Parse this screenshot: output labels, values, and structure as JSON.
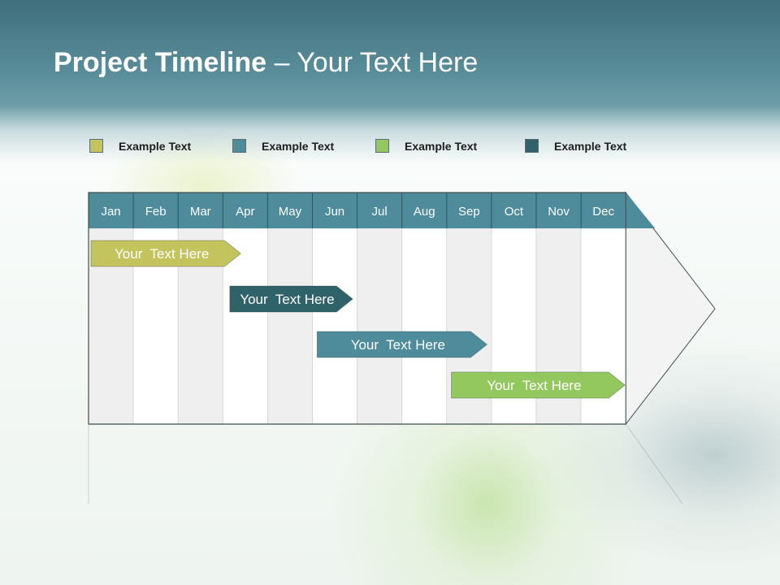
{
  "title": {
    "bold": "Project Timeline",
    "rest": " – Your Text Here"
  },
  "legend": [
    {
      "label": "Example Text",
      "color": "#c4c45e"
    },
    {
      "label": "Example Text",
      "color": "#4e8b9b"
    },
    {
      "label": "Example Text",
      "color": "#93c85f"
    },
    {
      "label": "Example Text",
      "color": "#2f6269"
    }
  ],
  "months": [
    "Jan",
    "Feb",
    "Mar",
    "Apr",
    "May",
    "Jun",
    "Jul",
    "Aug",
    "Sep",
    "Oct",
    "Nov",
    "Dec"
  ],
  "tasks": [
    {
      "label": "Your  Text Here",
      "color": "#c4c45e",
      "start_month": 1,
      "end_month": 4.4
    },
    {
      "label": "Your  Text Here",
      "color": "#2f6269",
      "start_month": 4.1,
      "end_month": 6.9
    },
    {
      "label": "Your  Text Here",
      "color": "#4e8b9b",
      "start_month": 6.05,
      "end_month": 9.9
    },
    {
      "label": "Your  Text Here",
      "color": "#93c85f",
      "start_month": 9.05,
      "end_month": 12.98
    }
  ],
  "colors": {
    "header_band": "#4e8b9b",
    "column_odd": "#efefef",
    "column_even": "#ffffff"
  }
}
